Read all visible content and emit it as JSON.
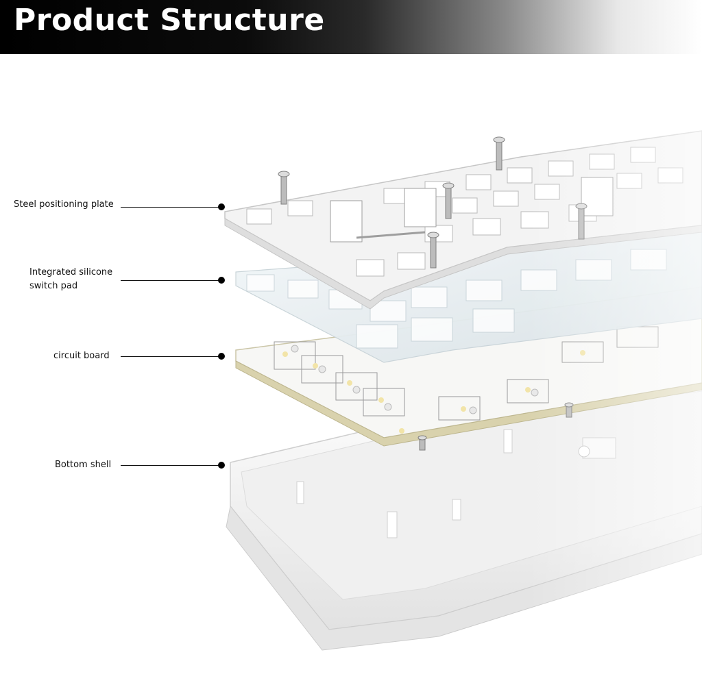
{
  "header": {
    "title": "Product Structure"
  },
  "callouts": [
    {
      "label": "Steel positioning plate"
    },
    {
      "label": "Integrated silicone switch pad"
    },
    {
      "label": "circuit board"
    },
    {
      "label": "Bottom shell"
    }
  ],
  "colors": {
    "header_start": "#000000",
    "header_end": "#ffffff",
    "plate": "#f2f2f2",
    "pad": "#e6edf0",
    "pcb": "#f5f5f2",
    "pcb_edge": "#cfc9a6",
    "shell": "#f7f7f7"
  }
}
